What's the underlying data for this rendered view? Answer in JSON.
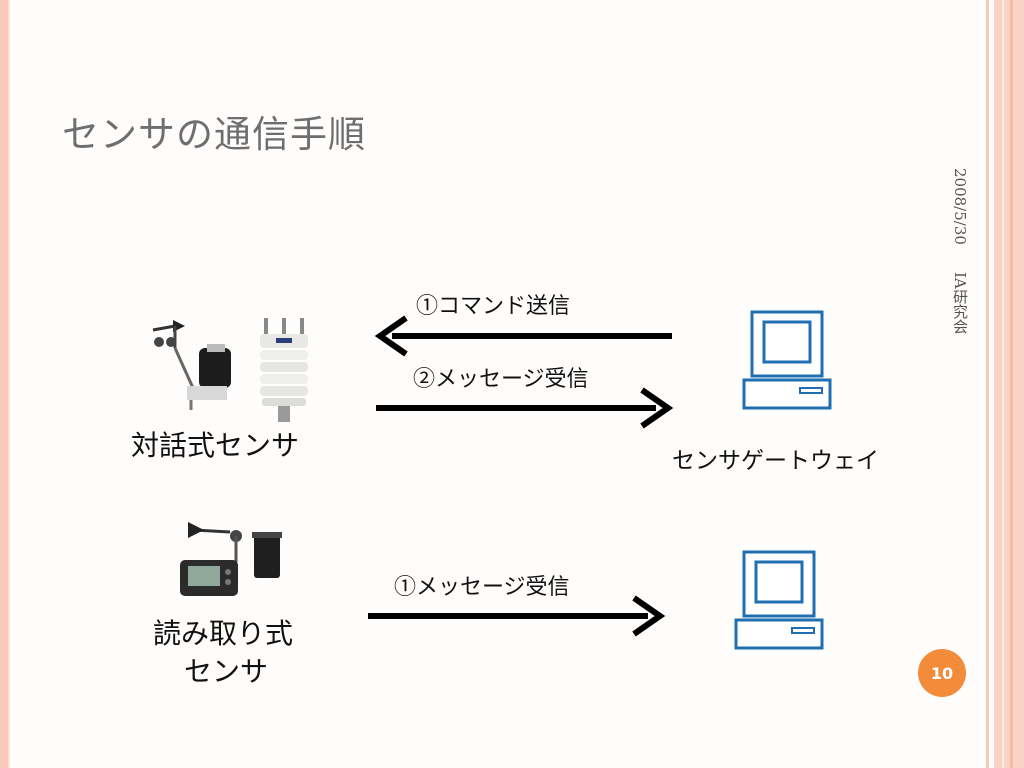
{
  "slide": {
    "title": "センサの通信手順",
    "date": "2008/5/30",
    "organization": "IA研究会",
    "page_number": "10"
  },
  "interactive_sensor": {
    "label": "対話式センサ",
    "step1": "①コマンド送信",
    "step2": "②メッセージ受信"
  },
  "readout_sensor": {
    "label_line1": "読み取り式",
    "label_line2": "センサ",
    "step1": "①メッセージ受信"
  },
  "gateway": {
    "label": "センサゲートウェイ"
  },
  "colors": {
    "accent": "#f28b3a",
    "border": "#f7c9b7",
    "computer": "#1f6fb2",
    "arrow": "#000000"
  }
}
